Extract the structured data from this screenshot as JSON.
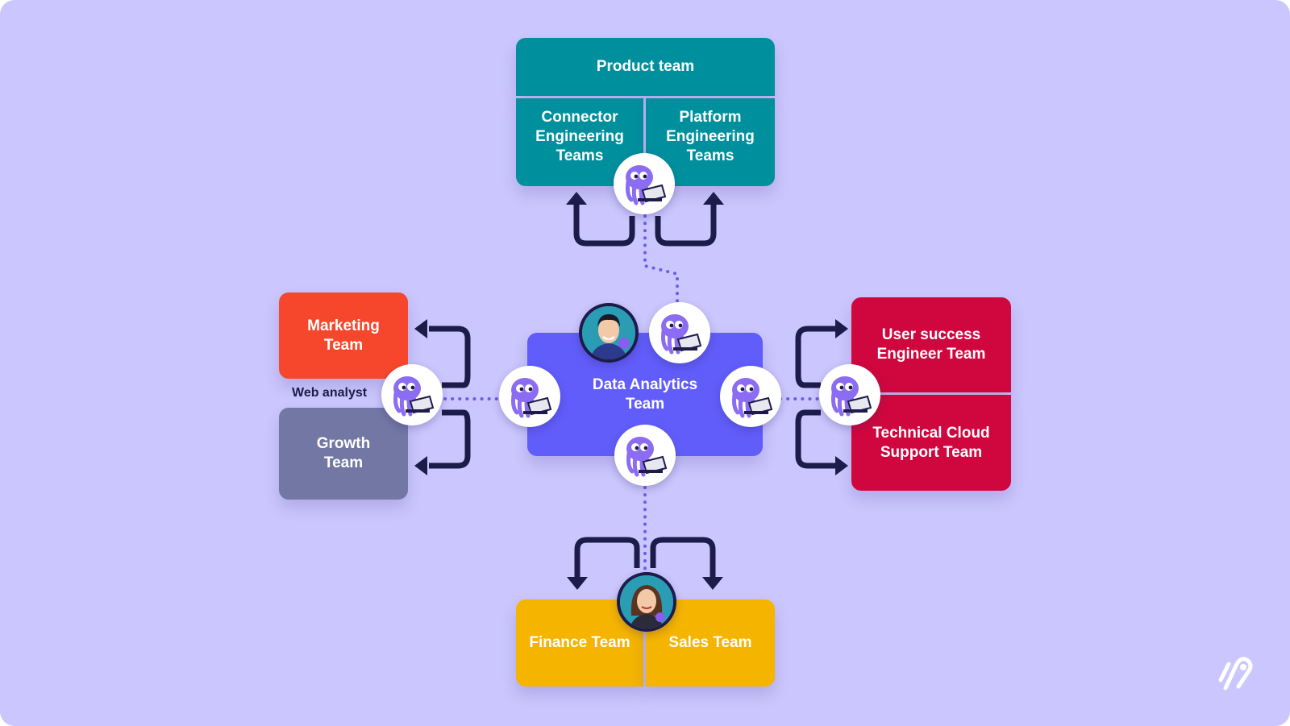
{
  "product": {
    "title": "Product team",
    "connector": "Connector Engineering Teams",
    "platform": "Platform Engineering Teams"
  },
  "left": {
    "marketing": "Marketing Team",
    "growth": "Growth Team",
    "web_analyst": "Web analyst"
  },
  "center": {
    "title": "Data Analytics Team"
  },
  "right": {
    "user_success": "User success Engineer Team",
    "tech_support": "Technical Cloud Support Team"
  },
  "bottom": {
    "finance": "Finance Team",
    "sales": "Sales Team"
  },
  "icons": {
    "mascot": "octopus-laptop-icon",
    "logo": "airbyte-logo-icon"
  },
  "colors": {
    "background": "#cbc6fd",
    "product": "#00909d",
    "marketing": "#f6472c",
    "growth": "#7277a4",
    "center": "#615dfa",
    "right": "#d0073f",
    "bottom": "#f5b400",
    "arrow": "#1d1b4a",
    "dots": "#6b5cf0"
  }
}
